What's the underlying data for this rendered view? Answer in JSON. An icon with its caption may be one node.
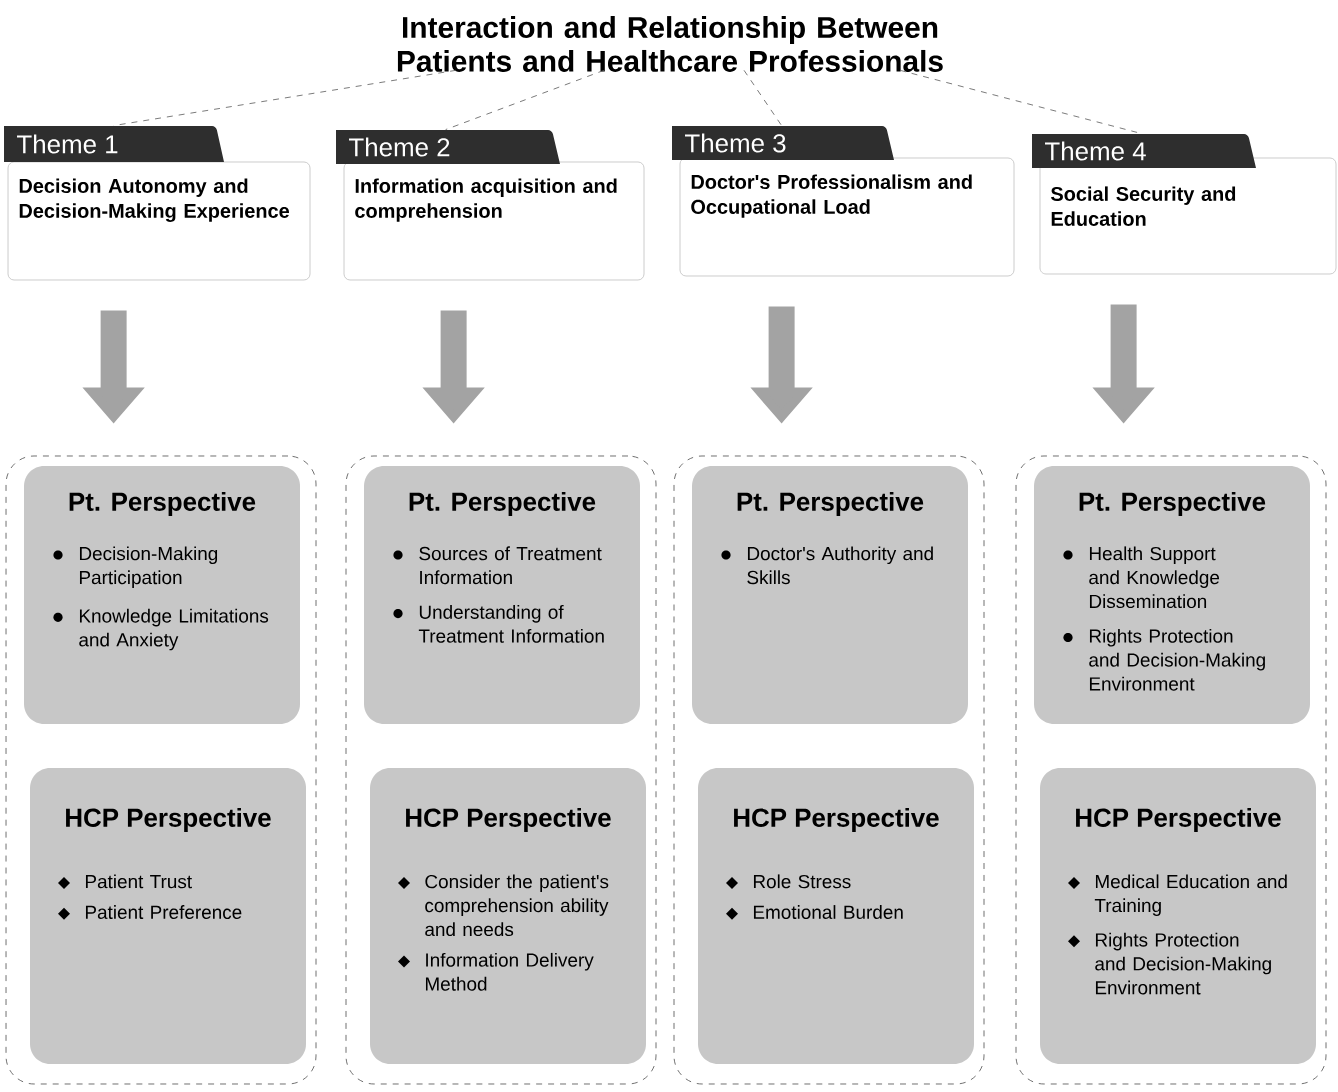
{
  "diagram": {
    "nodes": [
      {
        "text": [
          "Interaction and Relationship Between Patients and Healthcare Professionals"
        ]
      },
      {
        "text": [
          "Theme 1",
          "Decision Autonomy and Decision-Making Experience"
        ]
      },
      {
        "text": [
          "Theme 2",
          "Information acquisition and comprehension"
        ]
      },
      {
        "text": [
          "Theme 3",
          "Doctor's Professionalism and Occupational Load"
        ]
      },
      {
        "text": [
          "Theme 4",
          "Social Security and Education"
        ]
      },
      {
        "text": [],
        "shape": "box"
      },
      {
        "text": [
          "Pt. Perspective",
          "Decision-Making Participation",
          "Knowledge Limitations and Anxiety"
        ],
        "in": 5
      },
      {
        "text": [
          "HCP Perspective",
          "Patient Trust",
          "Patient Preference"
        ],
        "in": 5
      },
      {
        "text": [],
        "shape": "box"
      },
      {
        "text": [
          "Pt. Perspective",
          "Sources of Treatment Information",
          "Understanding of Treatment Information"
        ],
        "in": 8
      },
      {
        "text": [
          "HCP Perspective",
          "Consider the patient's comprehension ability and needs",
          "Information Delivery Method"
        ],
        "in": 8
      },
      {
        "text": [],
        "shape": "box"
      },
      {
        "text": [
          "Pt. Perspective",
          "Doctor's Authority and Skills"
        ],
        "in": 11
      },
      {
        "text": [
          "HCP Perspective",
          "Role Stress",
          "Emotional Burden"
        ],
        "in": 11
      },
      {
        "text": [],
        "shape": "box"
      },
      {
        "text": [
          "Pt. Perspective",
          "Health Support and Knowledge Dissemination",
          "Rights Protection and Decision-Making Environment"
        ],
        "in": 14
      },
      {
        "text": [
          "HCP Perspective",
          "Medical Education and Training",
          "Rights Protection and Decision-Making Environment"
        ],
        "in": 14
      }
    ],
    "edges": [
      {
        "from": 0,
        "to": 1,
        "arrow": "none",
        "style": "dashed"
      },
      {
        "from": 0,
        "to": 2,
        "arrow": "none",
        "style": "dashed"
      },
      {
        "from": 0,
        "to": 3,
        "arrow": "none",
        "style": "dashed"
      },
      {
        "from": 0,
        "to": 4,
        "arrow": "none",
        "style": "dashed"
      },
      {
        "from": 1,
        "to": 5,
        "arrow": "to",
        "style": "thick",
        "color": "#a3a3a3"
      },
      {
        "from": 2,
        "to": 8,
        "arrow": "to",
        "style": "thick",
        "color": "#a3a3a3"
      },
      {
        "from": 3,
        "to": 11,
        "arrow": "to",
        "style": "thick",
        "color": "#a3a3a3"
      },
      {
        "from": 4,
        "to": 14,
        "arrow": "to",
        "style": "thick",
        "color": "#a3a3a3"
      }
    ]
  }
}
